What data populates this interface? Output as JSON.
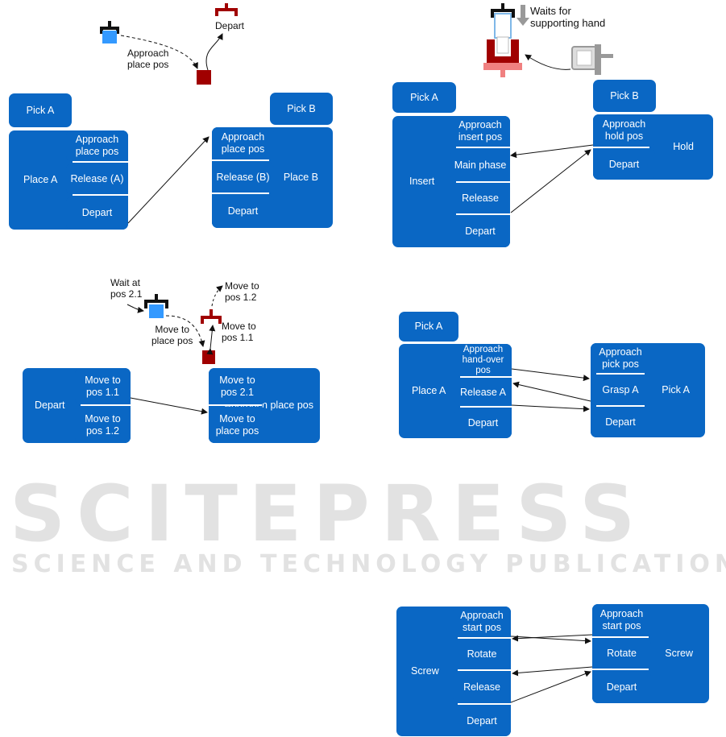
{
  "colors": {
    "block": "#0a67c4",
    "text": "#ffffff",
    "line": "#111111",
    "gripper_dark": "#111111",
    "gripper_red": "#a00000",
    "part_blue": "#3399ff",
    "part_red": "#a00000",
    "watermark": "#e2e2e2",
    "pink": "#f08080"
  },
  "icons": [
    "gripper-icon",
    "part-square-icon",
    "human-hand-icon",
    "arrow-down-icon"
  ],
  "watermark": {
    "line1": "SCITEPRESS",
    "line2": "SCIENCE AND TECHNOLOGY PUBLICATIONS"
  },
  "panel1": {
    "labels": {
      "approach": "Approach\nplace pos",
      "depart": "Depart"
    },
    "pick_a": "Pick A",
    "place_a": "Place A",
    "approach_a": "Approach place pos",
    "release_a": "Release (A)",
    "depart_a": "Depart",
    "pick_b": "Pick B",
    "place_b": "Place B",
    "approach_b": "Approach place pos",
    "release_b": "Release (B)",
    "depart_b": "Depart"
  },
  "panel2": {
    "labels": {
      "waits": "Waits for\nsupporting hand"
    },
    "pick_a": "Pick A",
    "insert": "Insert",
    "approach_insert": "Approach insert pos",
    "main_phase": "Main phase",
    "release": "Release",
    "depart": "Depart",
    "pick_b": "Pick B",
    "hold": "Hold",
    "approach_hold": "Approach hold pos",
    "depart_b": "Depart"
  },
  "panel3": {
    "labels": {
      "wait": "Wait at\npos 2.1",
      "move_place": "Move to\nplace pos",
      "move_12": "Move to\npos 1.2",
      "move_11": "Move to\npos 1.1"
    },
    "depart": "Depart",
    "move_11": "Move to pos 1.1",
    "move_12": "Move to pos 1.2",
    "move_21": "Move to pos 2.1",
    "move_place": "Move to place pos",
    "approach_place": "Approach place pos"
  },
  "panel4": {
    "pick_a": "Pick A",
    "place_a": "Place A",
    "approach_handover": "Approach hand-over pos",
    "release_a": "Release A",
    "depart": "Depart",
    "approach_pick": "Approach pick pos",
    "grasp_a": "Grasp A",
    "depart_r": "Depart",
    "pick_a_r": "Pick A"
  },
  "panel5": {
    "screw_l": "Screw",
    "approach_start_l": "Approach start pos",
    "rotate_l": "Rotate",
    "release_l": "Release",
    "depart_l": "Depart",
    "approach_start_r": "Approach start pos",
    "rotate_r": "Rotate",
    "depart_r": "Depart",
    "screw_r": "Screw"
  }
}
